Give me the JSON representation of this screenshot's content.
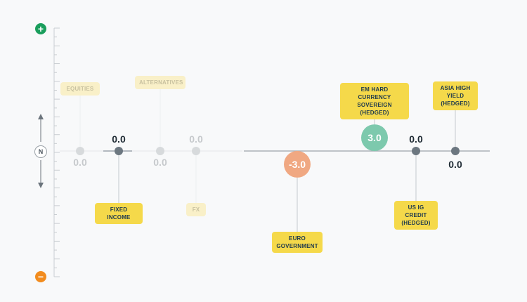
{
  "scale": {
    "plus_symbol": "+",
    "minus_symbol": "−",
    "neutral_symbol": "N",
    "plus_color": "#1a9e5c",
    "minus_color": "#f28c1e"
  },
  "chart_data": {
    "type": "scatter",
    "ylim": [
      -3,
      3
    ],
    "items": [
      {
        "label": "EQUITIES",
        "value": 0.0,
        "value_label": "0.0",
        "faded": true,
        "label_side": "above"
      },
      {
        "label": "FIXED INCOME",
        "value": 0.0,
        "value_label": "0.0",
        "faded": false,
        "label_side": "below"
      },
      {
        "label": "ALTERNATIVES",
        "value": 0.0,
        "value_label": "0.0",
        "faded": true,
        "label_side": "above"
      },
      {
        "label": "FX",
        "value": 0.0,
        "value_label": "0.0",
        "faded": true,
        "label_side": "below"
      },
      {
        "label": "EURO GOVERNMENT",
        "value": -3.0,
        "value_label": "-3.0",
        "faded": false,
        "label_side": "below",
        "color": "#f0a882"
      },
      {
        "label": "EM HARD CURRENCY SOVEREIGN (HEDGED)",
        "value": 3.0,
        "value_label": "3.0",
        "faded": false,
        "label_side": "above",
        "color": "#7dc9ad"
      },
      {
        "label": "US IG CREDIT (HEDGED)",
        "value": 0.0,
        "value_label": "0.0",
        "faded": false,
        "label_side": "below"
      },
      {
        "label": "ASIA HIGH YIELD (HEDGED)",
        "value": 0.0,
        "value_label": "0.0",
        "faded": false,
        "label_side": "above"
      }
    ]
  }
}
